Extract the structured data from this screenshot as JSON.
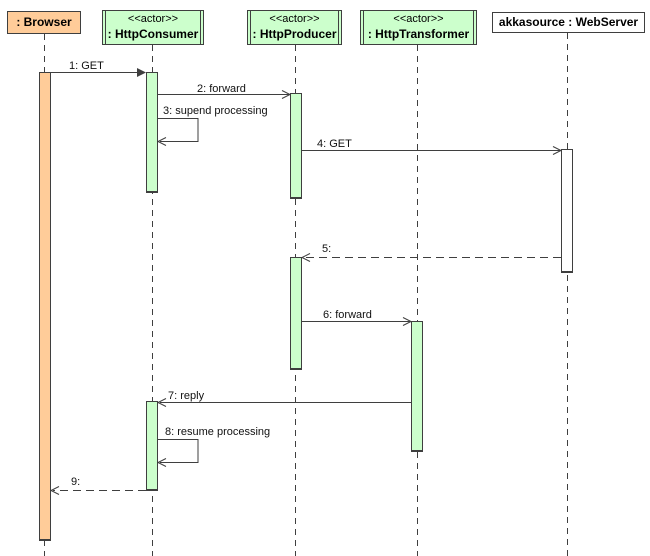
{
  "diagram": {
    "title": "HTTP async request-reply sequence diagram",
    "participants": [
      {
        "stereotype": "",
        "name": ": Browser",
        "fill": "#ffcc99"
      },
      {
        "stereotype": "<<actor>>",
        "name": ": HttpConsumer",
        "fill": "#ccffcc"
      },
      {
        "stereotype": "<<actor>>",
        "name": ": HttpProducer",
        "fill": "#ccffcc"
      },
      {
        "stereotype": "<<actor>>",
        "name": ": HttpTransformer",
        "fill": "#ccffcc"
      },
      {
        "stereotype": "",
        "name": "akkasource : WebServer",
        "fill": "#ffffff"
      }
    ],
    "messages": [
      {
        "label": "1: GET",
        "from": ": Browser",
        "to": ": HttpConsumer",
        "line": "solid",
        "arrow": "filled"
      },
      {
        "label": "2: forward",
        "from": ": HttpConsumer",
        "to": ": HttpProducer",
        "line": "solid",
        "arrow": "open"
      },
      {
        "label": "3: supend processing",
        "from": ": HttpConsumer",
        "to": ": HttpConsumer",
        "line": "solid",
        "arrow": "open"
      },
      {
        "label": "4: GET",
        "from": ": HttpProducer",
        "to": "akkasource : WebServer",
        "line": "solid",
        "arrow": "open"
      },
      {
        "label": "5:",
        "from": "akkasource : WebServer",
        "to": ": HttpProducer",
        "line": "dashed",
        "arrow": "open"
      },
      {
        "label": "6: forward",
        "from": ": HttpProducer",
        "to": ": HttpTransformer",
        "line": "solid",
        "arrow": "open"
      },
      {
        "label": "7: reply",
        "from": ": HttpTransformer",
        "to": ": HttpConsumer",
        "line": "solid",
        "arrow": "open"
      },
      {
        "label": "8: resume processing",
        "from": ": HttpConsumer",
        "to": ": HttpConsumer",
        "line": "solid",
        "arrow": "open"
      },
      {
        "label": "9:",
        "from": ": HttpConsumer",
        "to": ": Browser",
        "line": "dashed",
        "arrow": "open"
      }
    ],
    "colors": {
      "background": "#ffffff",
      "browser_fill": "#ffcc99",
      "actor_fill": "#ccffcc",
      "webserver_fill": "#ffffff",
      "line": "#3f3f3f",
      "text": "#000000"
    }
  }
}
